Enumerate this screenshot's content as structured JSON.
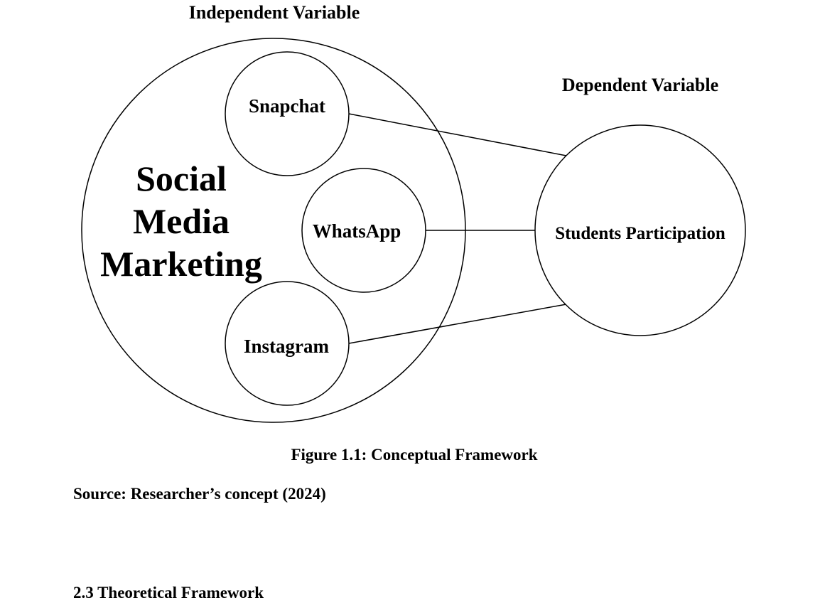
{
  "diagram": {
    "independent_heading": "Independent Variable",
    "dependent_heading": "Dependent Variable",
    "construct_lines": [
      "Social",
      "Media",
      "Marketing"
    ],
    "nodes": {
      "snapchat": "Snapchat",
      "whatsapp": "WhatsApp",
      "instagram": "Instagram",
      "students": "Students Participation"
    }
  },
  "document": {
    "figure_caption": "Figure 1.1: Conceptual Framework",
    "source": "Source: Researcher’s concept (2024)",
    "section_heading": "2.3 Theoretical Framework"
  }
}
